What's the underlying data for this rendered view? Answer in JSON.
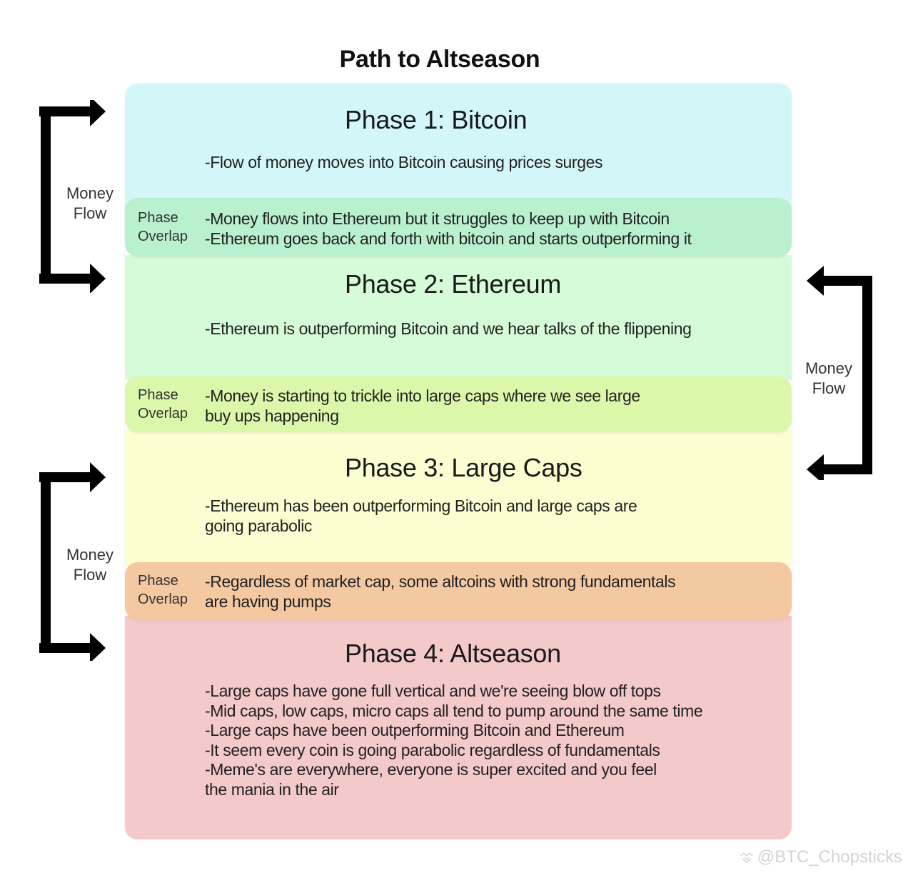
{
  "title": "Path to Altseason",
  "phases": [
    {
      "title": "Phase 1: Bitcoin",
      "color": "#d3f6f9",
      "lines": [
        "-Flow of money moves into Bitcoin causing prices surges"
      ]
    },
    {
      "title": "Phase 2: Ethereum",
      "color": "#d5fbd8",
      "lines": [
        "-Ethereum is outperforming Bitcoin and we hear talks of the flippening"
      ]
    },
    {
      "title": "Phase 3: Large Caps",
      "color": "#fdfdd2",
      "lines": [
        "-Ethereum has been outperforming Bitcoin and large caps are",
        "going parabolic"
      ]
    },
    {
      "title": "Phase 4: Altseason",
      "color": "#f3c9c9",
      "lines": [
        "-Large caps have gone full vertical and we're seeing blow off tops",
        "-Mid caps, low caps, micro caps all tend to pump around the same time",
        "-Large caps have been outperforming Bitcoin and Ethereum",
        "-It seem every coin is going parabolic regardless of fundamentals",
        "-Meme's are everywhere, everyone is super excited and you feel",
        "the mania in the air"
      ]
    }
  ],
  "overlaps": [
    {
      "label_line1": "Phase",
      "label_line2": "Overlap",
      "color": "#b9f0cd",
      "lines": [
        "-Money flows into Ethereum but it struggles to keep up with Bitcoin",
        "-Ethereum goes back and forth with bitcoin and starts outperforming it"
      ]
    },
    {
      "label_line1": "Phase",
      "label_line2": "Overlap",
      "color": "#daf7aa",
      "lines": [
        "-Money is starting to trickle into large caps where we see large",
        "buy ups happening"
      ]
    },
    {
      "label_line1": "Phase",
      "label_line2": "Overlap",
      "color": "#f4c8a0",
      "lines": [
        "-Regardless of market cap, some altcoins with strong fundamentals",
        "are having pumps"
      ]
    }
  ],
  "money_flow": [
    {
      "line1": "Money",
      "line2": "Flow",
      "direction": "phase1-to-phase2",
      "side": "left"
    },
    {
      "line1": "Money",
      "line2": "Flow",
      "direction": "phase2-to-phase3",
      "side": "right"
    },
    {
      "line1": "Money",
      "line2": "Flow",
      "direction": "phase3-to-phase4",
      "side": "left"
    }
  ],
  "watermark": {
    "icon": "binance-square-icon",
    "text": "@BTC_Chopsticks"
  }
}
